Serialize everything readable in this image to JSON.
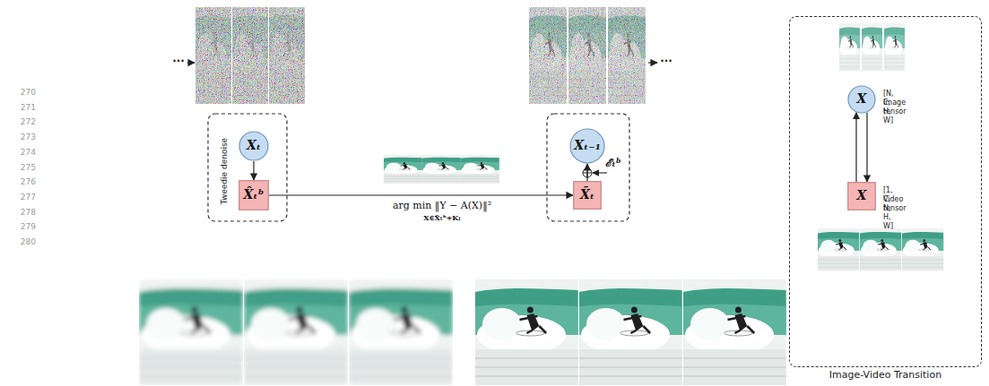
{
  "diagram": {
    "nodes": [
      {
        "text": [
          "Xₜ"
        ]
      },
      {
        "text": [
          "X̂ₜᵇ"
        ]
      },
      {
        "text": [
          "Xₜ₋₁"
        ]
      },
      {
        "text": [
          "X̄ₜ"
        ]
      },
      {
        "text": [
          "Image-Video Transition"
        ]
      },
      {
        "text": [
          "X",
          "[N, C, H, W]",
          "Image tensor"
        ],
        "in": 4
      },
      {
        "text": [
          "X",
          "[1, C, N, H, W]",
          "Video tensor"
        ],
        "in": 4
      }
    ],
    "edges": [
      {
        "from": 0,
        "to": 1,
        "arrow": "to",
        "label": "Tweedie denoise"
      },
      {
        "from": 1,
        "to": 3,
        "arrow": "to"
      },
      {
        "from": 3,
        "to": 2,
        "arrow": "to"
      },
      {
        "from": 5,
        "to": 6,
        "arrow": "to"
      },
      {
        "from": 6,
        "to": 5,
        "arrow": "to"
      }
    ],
    "labels": [
      "270",
      "271",
      "272",
      "273",
      "274",
      "275",
      "276",
      "277",
      "278",
      "279",
      "280",
      "···",
      "···",
      "arg min ‖Y − A(X)‖²",
      "X∈X̂ₜᵇ+Kₗ",
      "ℰₜᵇ"
    ]
  }
}
